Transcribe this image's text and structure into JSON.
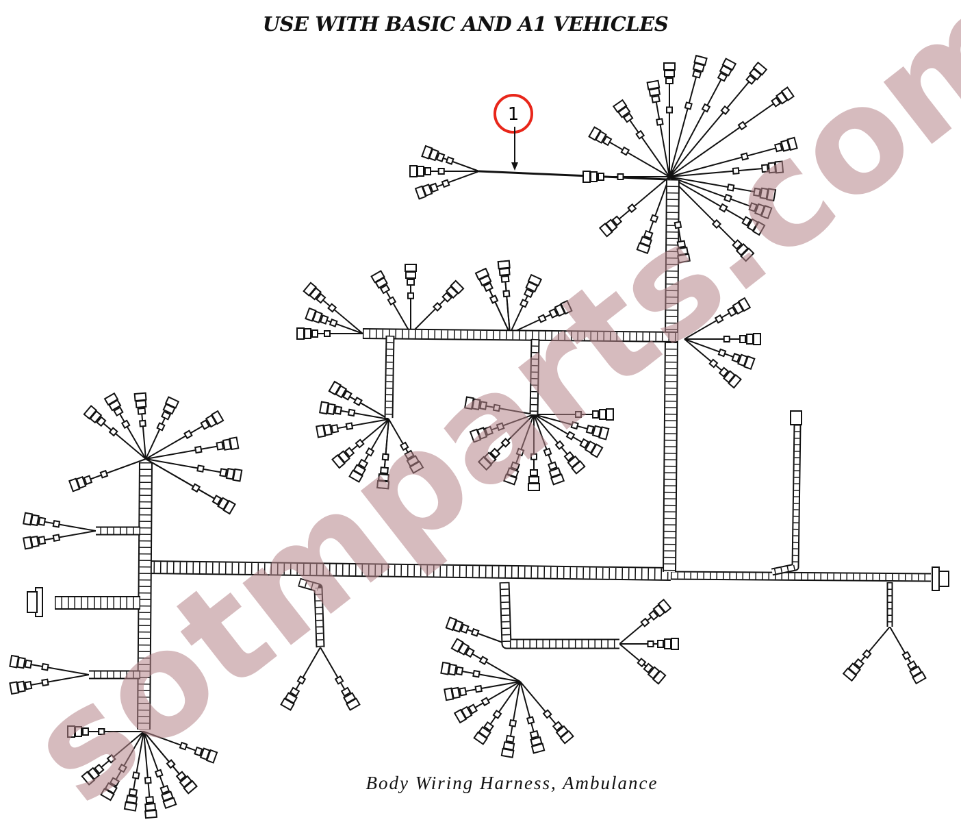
{
  "title": "USE WITH BASIC AND A1 VEHICLES",
  "caption": "Body Wiring Harness, Ambulance",
  "callout": {
    "label": "1",
    "color": "#e8261a"
  },
  "watermark": {
    "text": "sotmparts.com",
    "color": "#b5858a"
  }
}
